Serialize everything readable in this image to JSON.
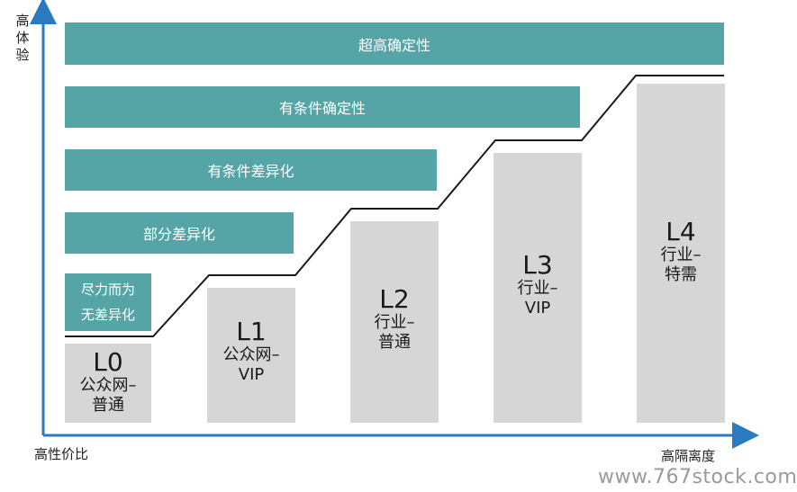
{
  "colors": {
    "band": "#55a5a7",
    "column": "#d6d6d6",
    "axis": "#2a7bbf",
    "staircase": "#1a1a1a"
  },
  "axes": {
    "y_label_chars": [
      "高",
      "体",
      "验"
    ],
    "x_left_label": "高性价比",
    "x_right_label": "高隔离度"
  },
  "bands": {
    "b4": "超高确定性",
    "b3": "有条件确定性",
    "b2": "有条件差异化",
    "b1": "部分差异化",
    "b0_line1": "尽力而为",
    "b0_line2": "无差异化"
  },
  "levels": [
    {
      "level": "L0",
      "line1": "公众网–",
      "line2": "普通"
    },
    {
      "level": "L1",
      "line1": "公众网–",
      "line2": "VIP"
    },
    {
      "level": "L2",
      "line1": "行业–",
      "line2": "普通"
    },
    {
      "level": "L3",
      "line1": "行业–",
      "line2": "VIP"
    },
    {
      "level": "L4",
      "line1": "行业–",
      "line2": "特需"
    }
  ],
  "watermark": "www.767stock.com"
}
